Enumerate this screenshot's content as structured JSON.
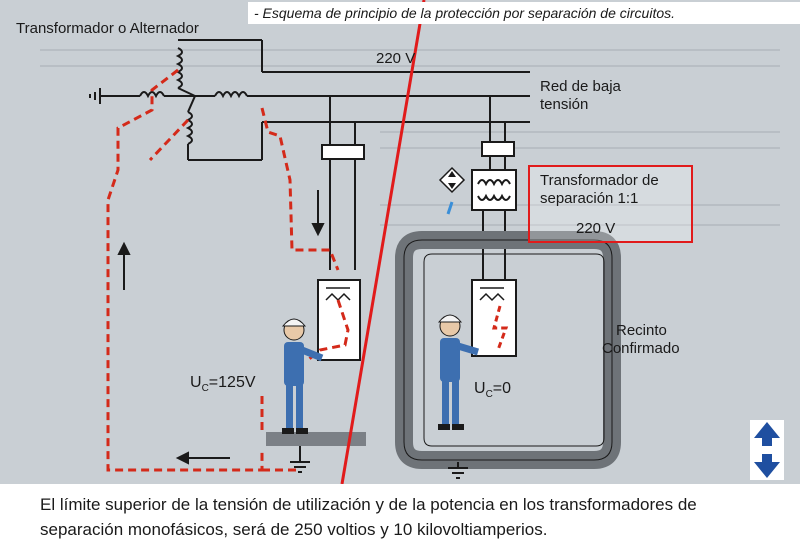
{
  "caption": "- Esquema de principio de la protección por separación de circuitos.",
  "labels": {
    "source": "Transformador o Alternador",
    "voltage_top": "220 V",
    "network_line1": "Red de baja",
    "network_line2": "tensión",
    "isolation_line1": "Transformador de",
    "isolation_line2": "separación 1:1",
    "isolation_voltage": "220 V",
    "enclosure_line1": "Recinto",
    "enclosure_line2": "Confirmado",
    "uc_left": "U",
    "uc_left_sub": "C",
    "uc_left_val": "=125V",
    "uc_right": "U",
    "uc_right_sub": "C",
    "uc_right_val": "=0"
  },
  "footer_text": "El límite superior de la tensión de utilización y de la potencia en los transformadores de separación monofásicos, será de 250 voltios y 10 kilovoltiamperios.",
  "colors": {
    "background": "#c9cfd4",
    "wire": "#1a1a1a",
    "fault_path": "#d42a1a",
    "divider_line": "#e11b1b",
    "highlight_box": "#e11b1b",
    "person": "#3d6fb0",
    "enclosure": "#6e7378"
  }
}
